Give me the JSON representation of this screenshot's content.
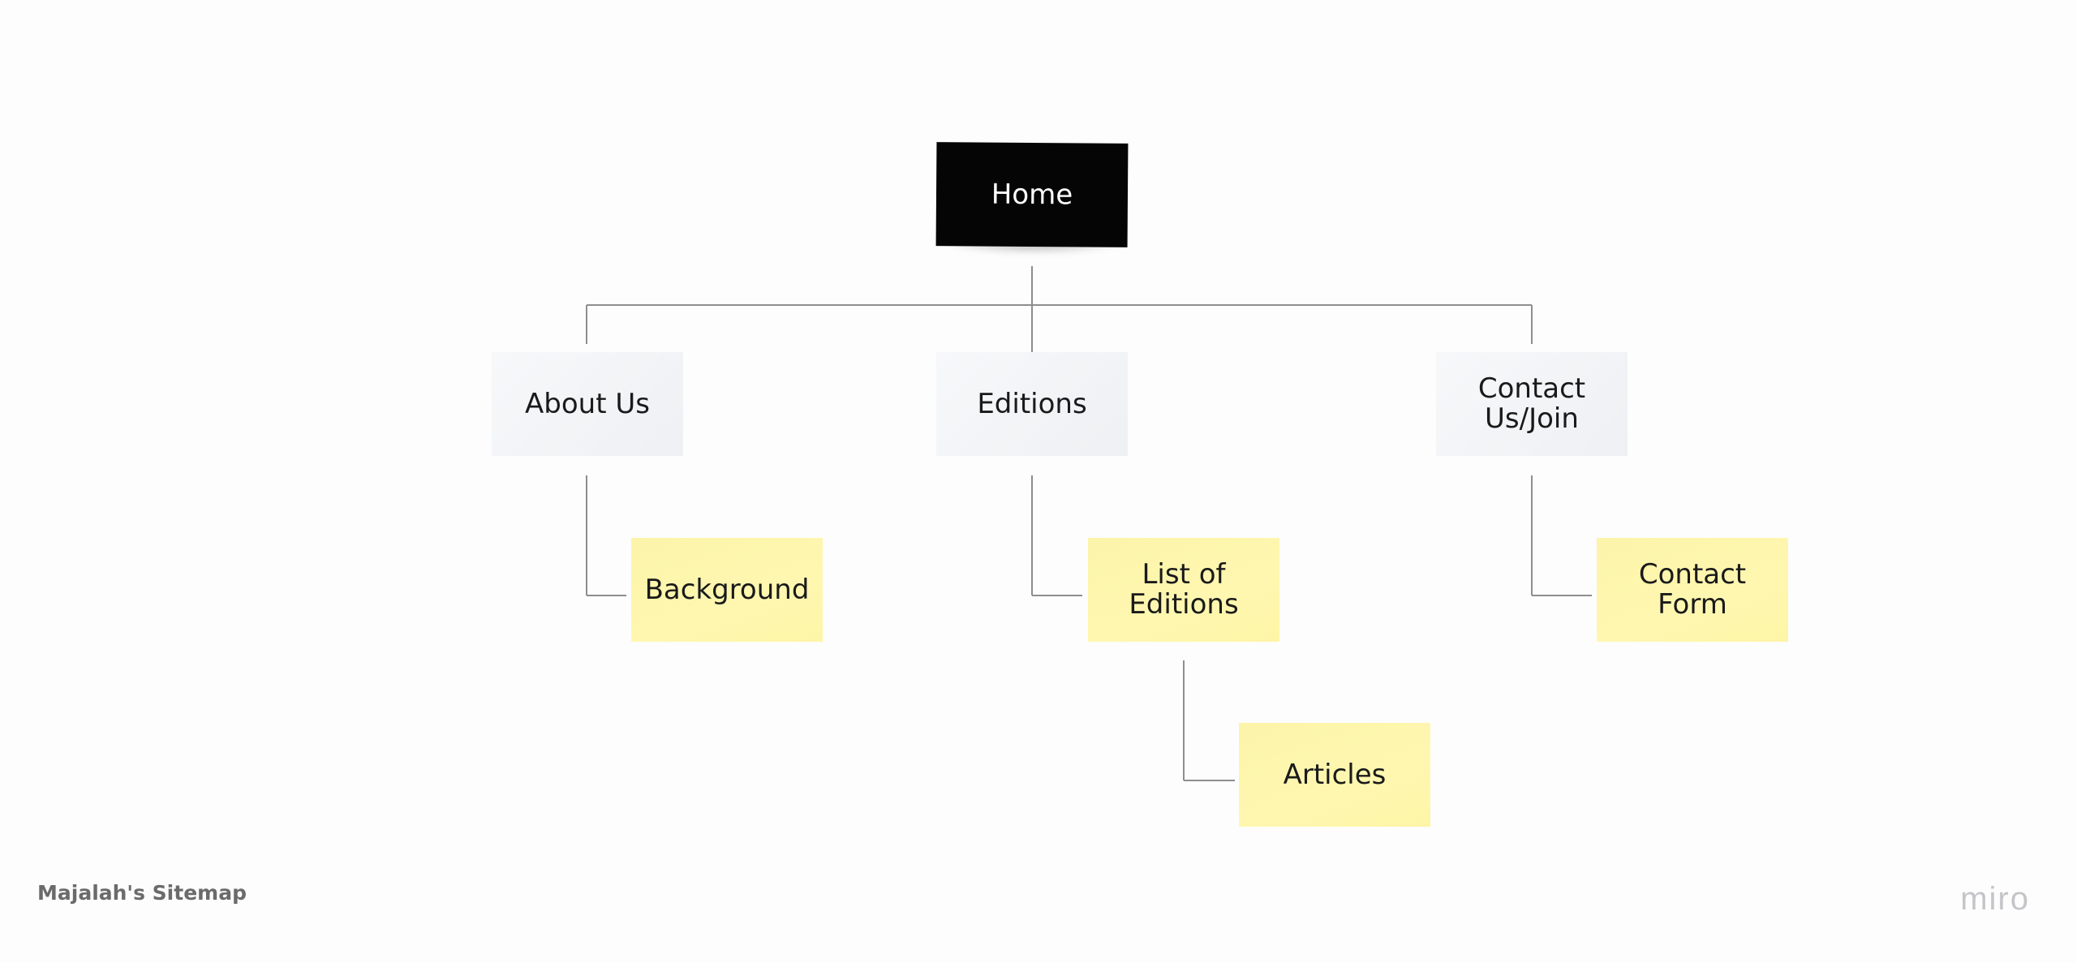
{
  "diagram": {
    "type": "sitemap",
    "nodes": [
      {
        "id": "home",
        "label": "Home",
        "parent": null,
        "kind": "root"
      },
      {
        "id": "about-us",
        "label": "About Us",
        "parent": "home",
        "kind": "page"
      },
      {
        "id": "editions",
        "label": "Editions",
        "parent": "home",
        "kind": "page"
      },
      {
        "id": "contact-us-join",
        "label": "Contact\nUs/Join",
        "parent": "home",
        "kind": "page"
      },
      {
        "id": "background",
        "label": "Background",
        "parent": "about-us",
        "kind": "sub"
      },
      {
        "id": "list-of-editions",
        "label": "List of\nEditions",
        "parent": "editions",
        "kind": "sub"
      },
      {
        "id": "articles",
        "label": "Articles",
        "parent": "list-of-editions",
        "kind": "sub"
      },
      {
        "id": "contact-form",
        "label": "Contact Form",
        "parent": "contact-us-join",
        "kind": "sub"
      }
    ],
    "colors": {
      "root_fill": "#050505",
      "root_text": "#ffffff",
      "page_fill": "#f1f2f5",
      "sub_fill": "#fff6a8",
      "connector": "#8e8e8e"
    }
  },
  "footer": {
    "board_title": "Majalah's Sitemap",
    "brand": "miro"
  }
}
